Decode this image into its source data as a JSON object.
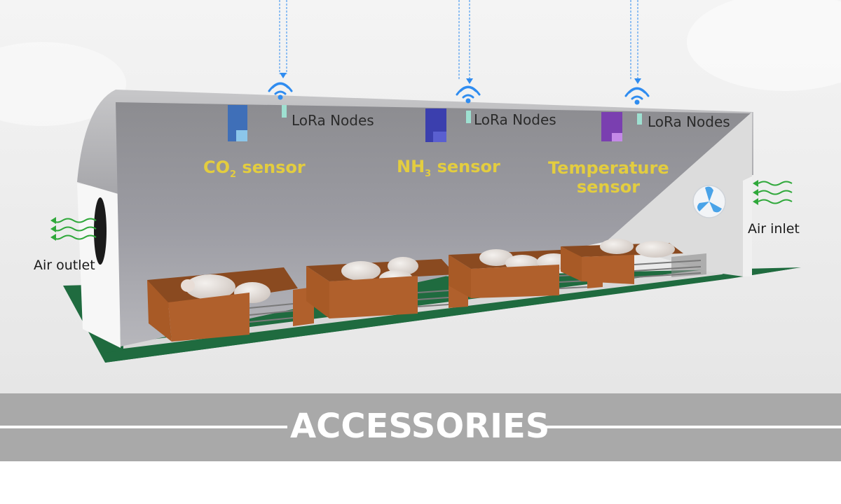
{
  "diagram": {
    "lora_nodes": [
      "LoRa Nodes",
      "LoRa Nodes",
      "LoRa Nodes"
    ],
    "sensors": {
      "co2": {
        "base": "CO",
        "sub": "2",
        "rest": " sensor",
        "color": "#3f6fb8"
      },
      "nh3": {
        "base": "NH",
        "sub": "3",
        "rest": " sensor",
        "color": "#3b3fae"
      },
      "temperature": {
        "line1": "Temperature",
        "line2": "sensor",
        "color": "#7a3fb0"
      }
    },
    "air_outlet": "Air outlet",
    "air_inlet": "Air inlet"
  },
  "banner": {
    "title": "ACCESSORIES"
  },
  "colors": {
    "label_yellow": "#e3cd3f",
    "banner_gray": "#a9a9a9",
    "wifi_blue": "#2f8cf0",
    "airflow_green": "#2fa83a",
    "floor_green": "#1f6b3f",
    "pen_brown": "#b0602c"
  }
}
